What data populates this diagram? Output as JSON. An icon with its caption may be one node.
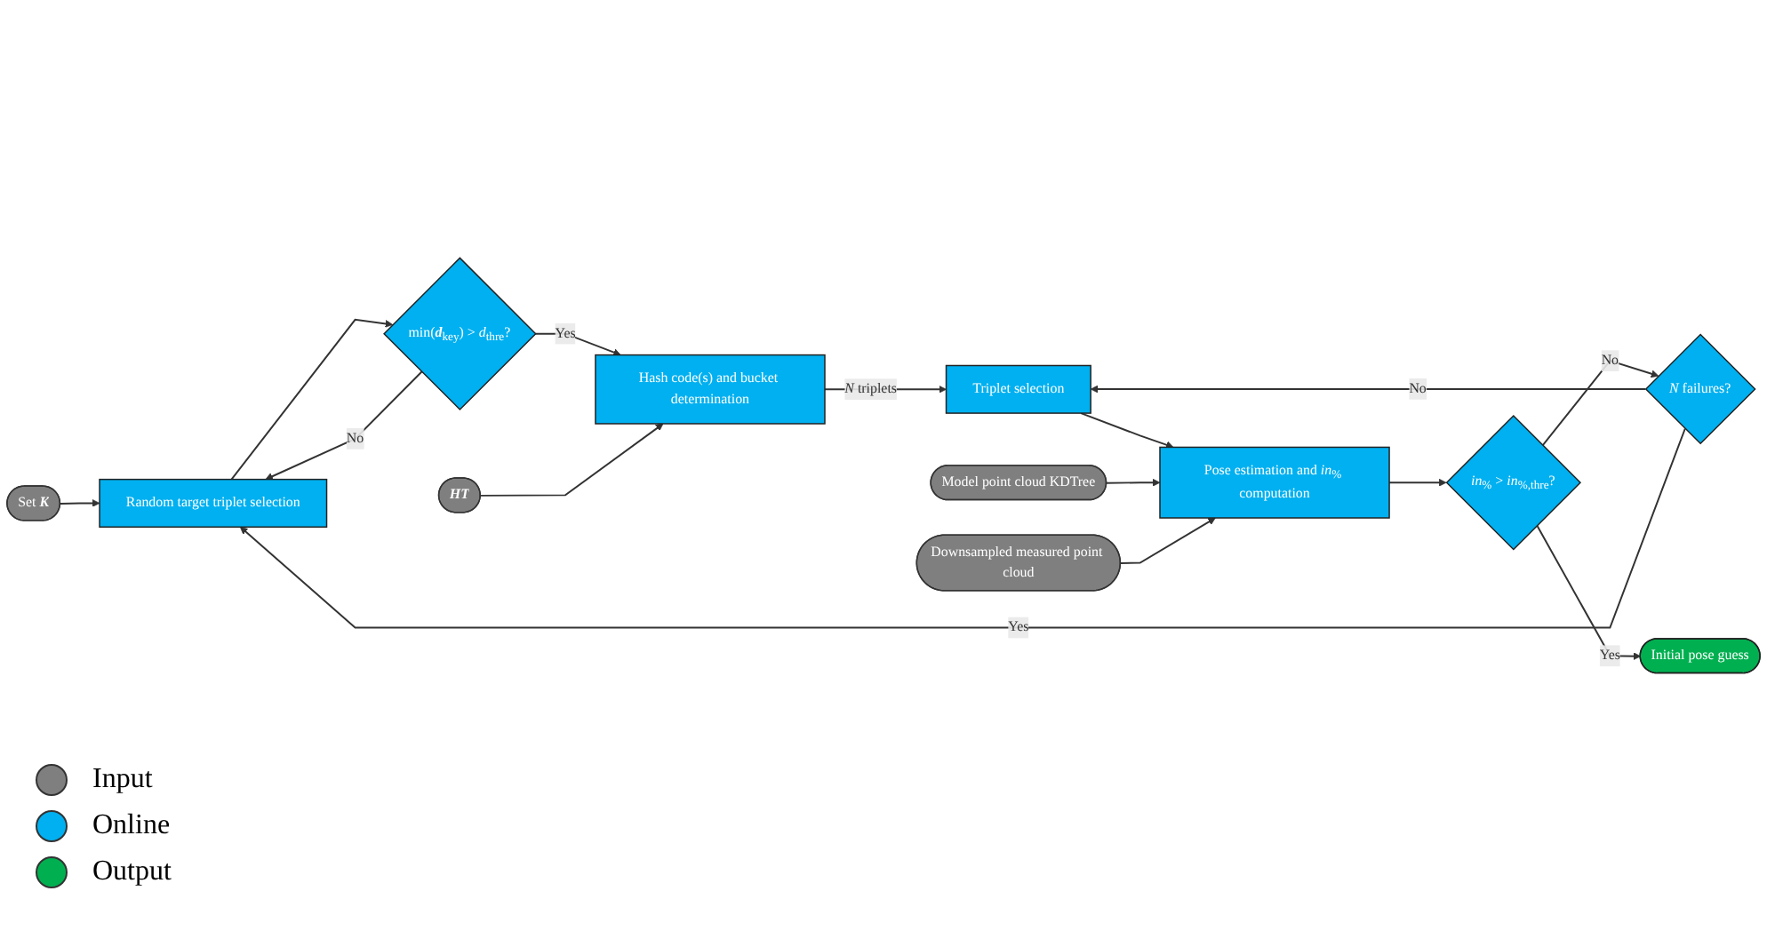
{
  "diagram": {
    "nodes": [
      {
        "text": [
          "Set **K**"
        ]
      },
      {
        "text": [
          "Random target triplet selection"
        ]
      },
      {
        "text": [
          "min(**d**$_{key}$) > *d*$_{thre}$?"
        ]
      },
      {
        "text": [
          "**HT**"
        ]
      },
      {
        "text": [
          "Hash code(s) and bucket determination"
        ]
      },
      {
        "text": [
          "Triplet selection"
        ]
      },
      {
        "text": [
          "Model point cloud KDTree"
        ]
      },
      {
        "text": [
          "Downsampled measured point cloud"
        ]
      },
      {
        "text": [
          "Pose estimation and *in*$_{%}$ computation"
        ]
      },
      {
        "text": [
          "*N* failures?"
        ]
      },
      {
        "text": [
          "*in*$_{%}$ > *in*$_{%,thre}$?"
        ]
      },
      {
        "text": [
          "Initial pose guess"
        ]
      }
    ],
    "edges": [
      {
        "from": 0,
        "to": 1,
        "arrow": "to"
      },
      {
        "from": 1,
        "to": 2,
        "arrow": "to"
      },
      {
        "from": 2,
        "to": 1,
        "arrow": "to",
        "label": "No"
      },
      {
        "from": 2,
        "to": 4,
        "arrow": "to",
        "label": "Yes"
      },
      {
        "from": 3,
        "to": 4,
        "arrow": "to"
      },
      {
        "from": 4,
        "to": 5,
        "arrow": "to",
        "label": "*N* triplets"
      },
      {
        "from": 5,
        "to": 8,
        "arrow": "to"
      },
      {
        "from": 6,
        "to": 8,
        "arrow": "to"
      },
      {
        "from": 7,
        "to": 8,
        "arrow": "to"
      },
      {
        "from": 8,
        "to": 10,
        "arrow": "to"
      },
      {
        "from": 10,
        "to": 9,
        "arrow": "to",
        "label": "No"
      },
      {
        "from": 9,
        "to": 5,
        "arrow": "to",
        "label": "No"
      },
      {
        "from": 9,
        "to": 1,
        "arrow": "to",
        "label": "Yes"
      },
      {
        "from": 10,
        "to": 11,
        "arrow": "to",
        "label": "Yes"
      }
    ],
    "legend": [
      {
        "text": "Input",
        "color": "#7f7f7f"
      },
      {
        "text": "Online",
        "color": "#00b0f0"
      },
      {
        "text": "Output",
        "color": "#00b050"
      }
    ]
  }
}
